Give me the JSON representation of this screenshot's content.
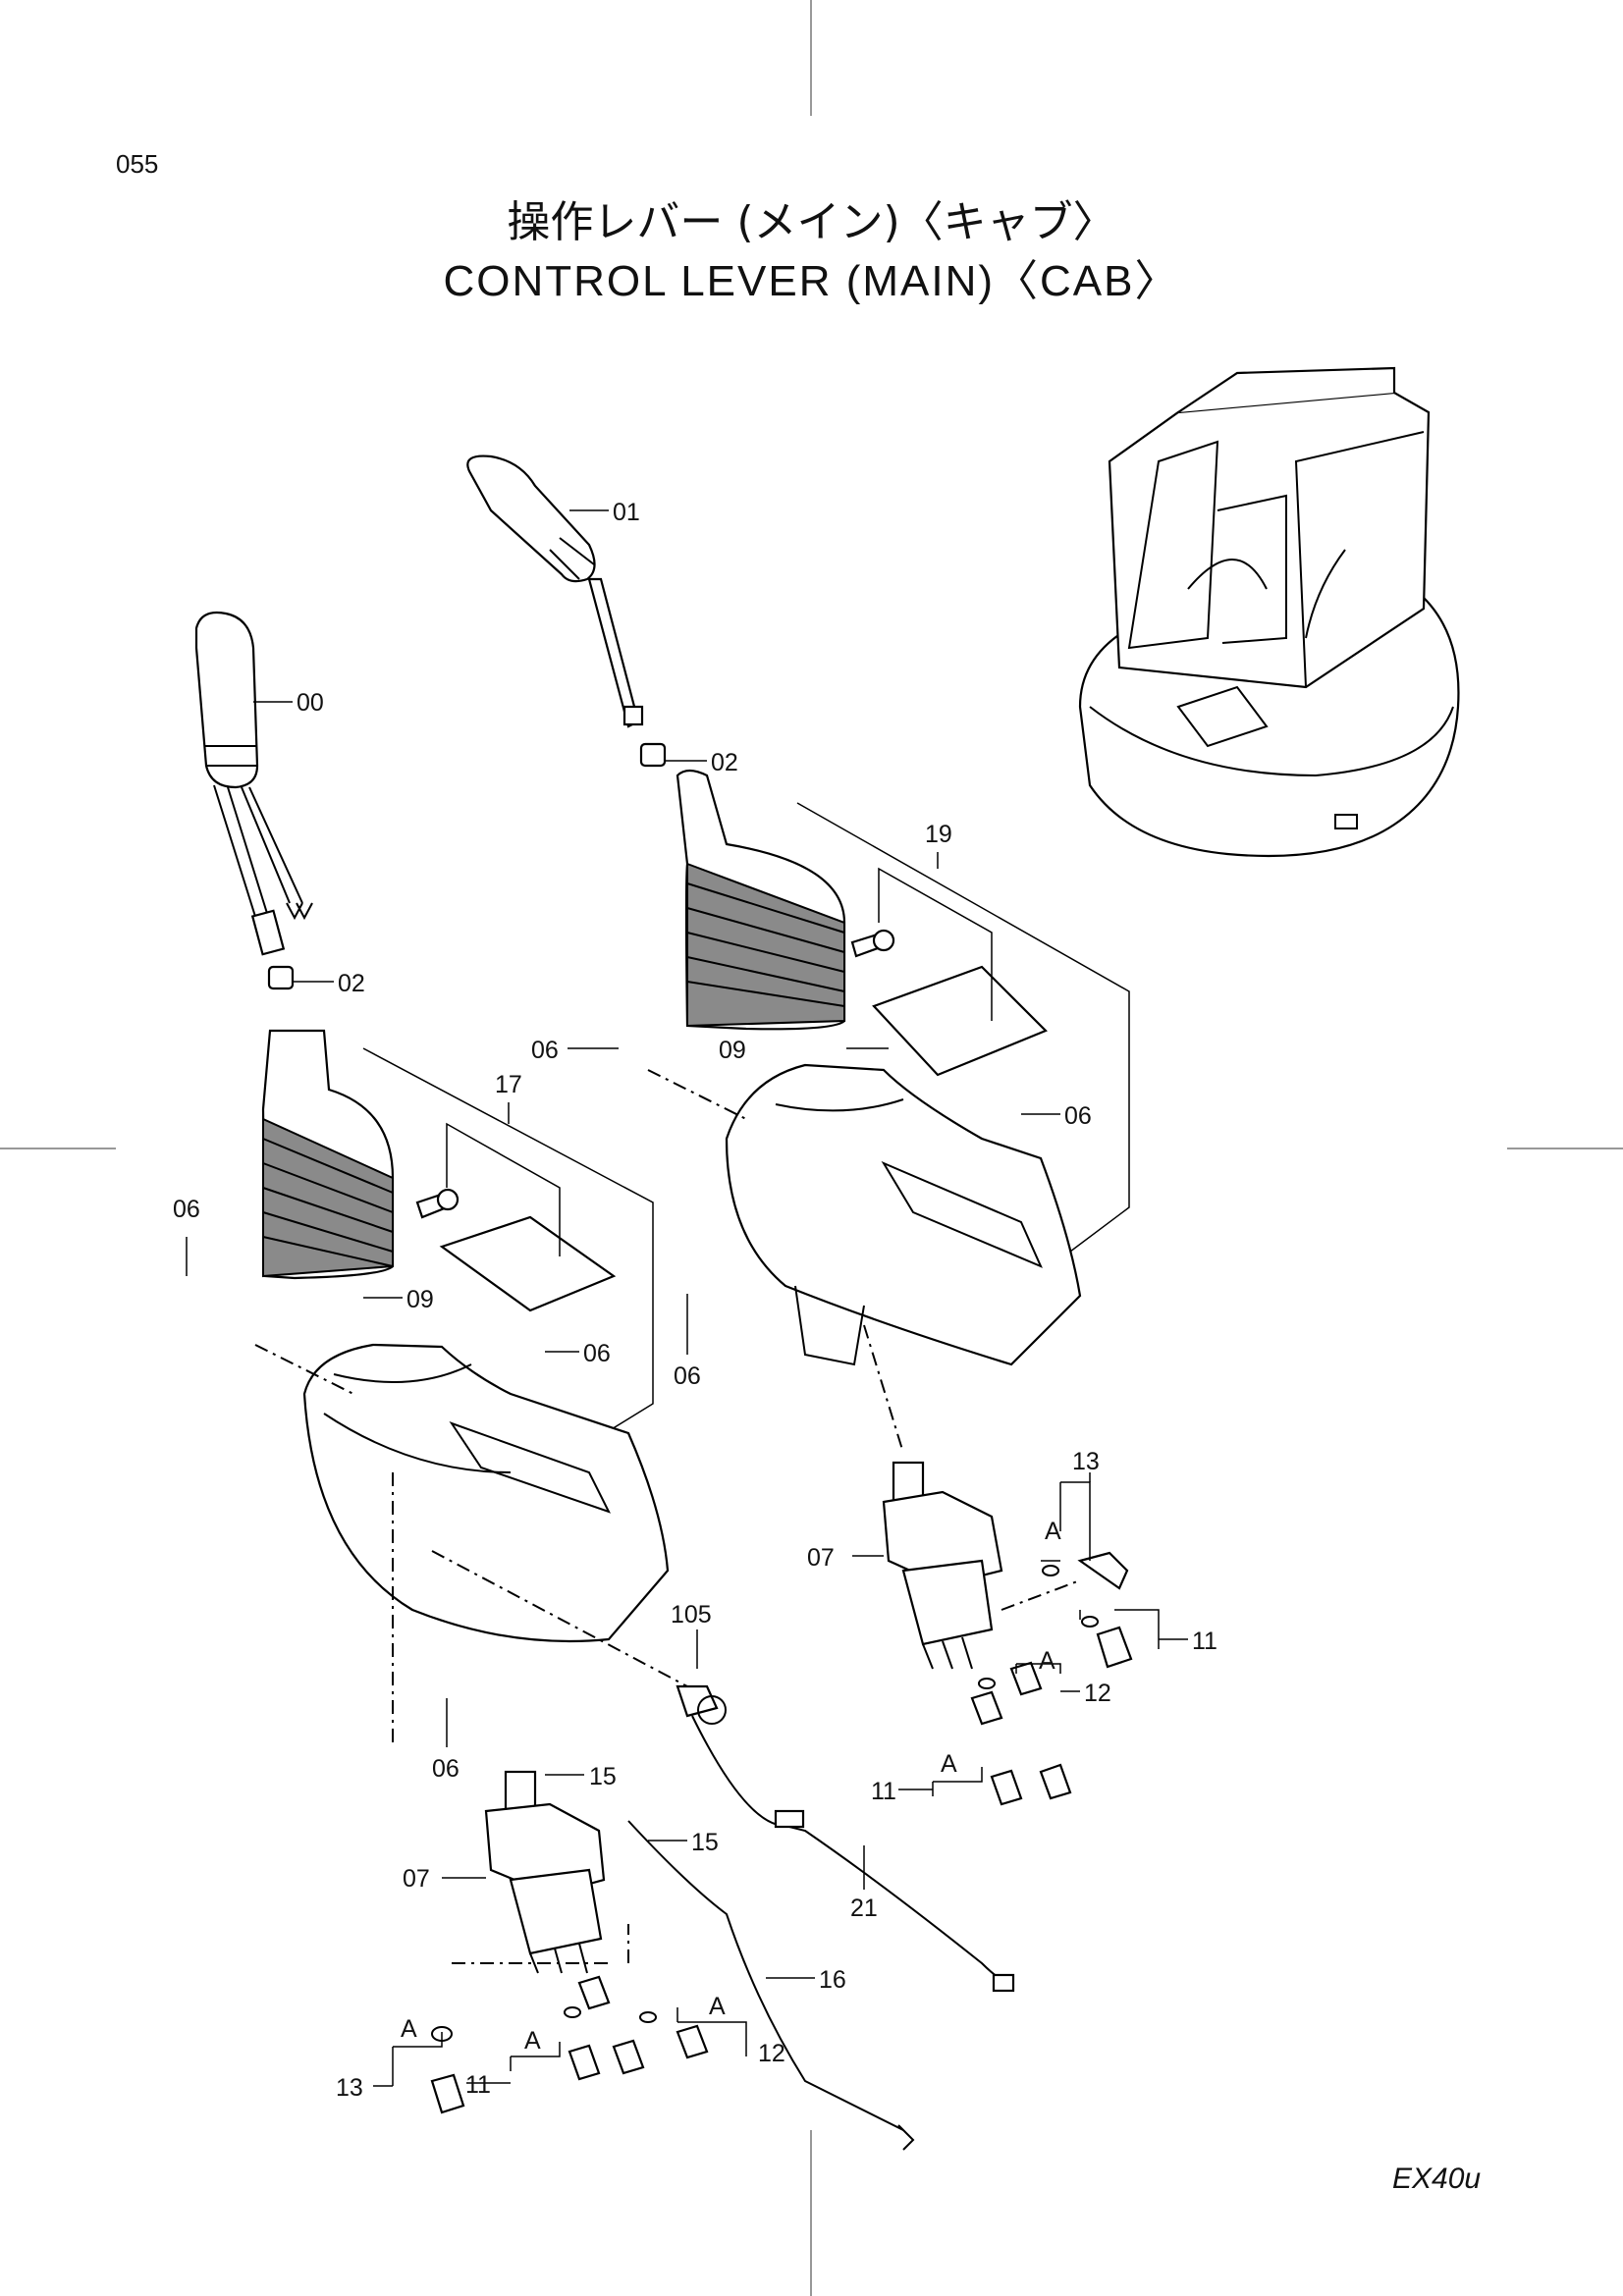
{
  "page_number": "055",
  "title_jp": "操作レバー (メイン)〈キャブ〉",
  "title_en": "CONTROL  LEVER  (MAIN)〈CAB〉",
  "model": "EX40u",
  "callouts": {
    "c00": "00",
    "c01": "01",
    "c02a": "02",
    "c02b": "02",
    "c06a": "06",
    "c06b": "06",
    "c06c": "06",
    "c06d": "06",
    "c06e": "06",
    "c06f": "06",
    "c07a": "07",
    "c07b": "07",
    "c09a": "09",
    "c09b": "09",
    "c11a": "11",
    "c11b": "11",
    "c11c": "11",
    "c12a": "12",
    "c12b": "12",
    "c13a": "13",
    "c13b": "13",
    "c15a": "15",
    "c15b": "15",
    "c16": "16",
    "c17": "17",
    "c19": "19",
    "c21": "21",
    "c105": "105",
    "ref": "A"
  }
}
